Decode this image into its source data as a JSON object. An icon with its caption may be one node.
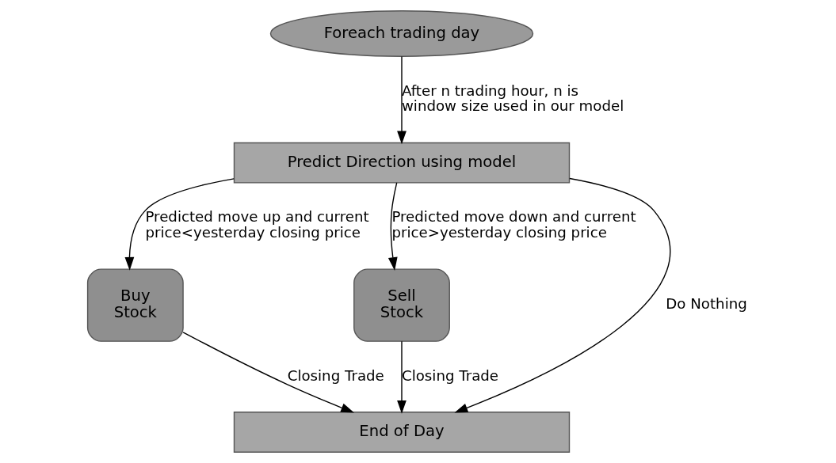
{
  "diagram": {
    "nodes": [
      {
        "text": [
          "Foreach trading day"
        ]
      },
      {
        "text": [
          "Predict Direction using model"
        ]
      },
      {
        "text": [
          "Buy Stock"
        ]
      },
      {
        "text": [
          "Sell Stock"
        ]
      },
      {
        "text": [
          "End of Day"
        ]
      }
    ],
    "edges": [
      {
        "from": 0,
        "to": 1,
        "arrow": "to",
        "label": "After n trading hour, n is window size used in our model"
      },
      {
        "from": 1,
        "to": 2,
        "arrow": "to",
        "label": "Predicted move up and current price<yesterday closing price"
      },
      {
        "from": 1,
        "to": 3,
        "arrow": "to",
        "label": "Predicted move down and current price>yesterday closing price"
      },
      {
        "from": 1,
        "to": 4,
        "arrow": "to",
        "label": "Do Nothing"
      },
      {
        "from": 2,
        "to": 4,
        "arrow": "to",
        "label": "Closing Trade"
      },
      {
        "from": 3,
        "to": 4,
        "arrow": "to",
        "label": "Closing Trade"
      }
    ]
  }
}
